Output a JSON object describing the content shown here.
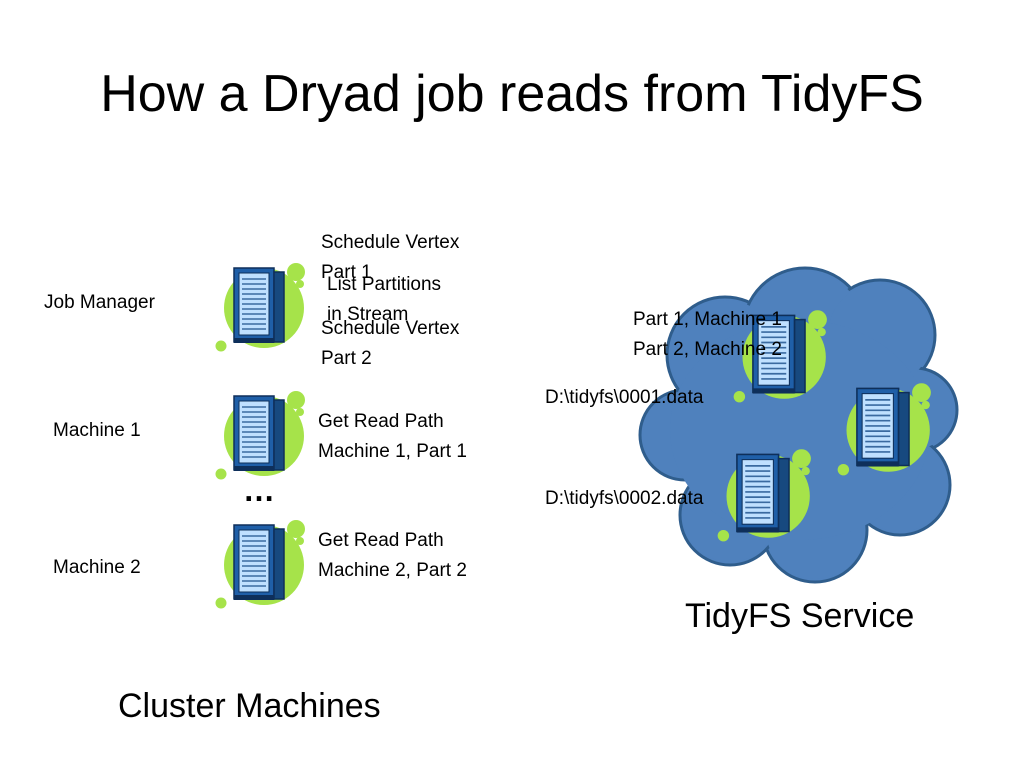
{
  "title": "How a Dryad job reads from TidyFS",
  "left": {
    "job_manager_label": "Job Manager",
    "machine1_label": "Machine 1",
    "machine2_label": "Machine 2",
    "ellipsis": "…",
    "group_label": "Cluster Machines",
    "messages": {
      "schedule_vertex_part1": [
        "Schedule Vertex",
        "Part 1"
      ],
      "list_partitions": [
        "List Partitions",
        "in Stream"
      ],
      "schedule_vertex_part2": [
        "Schedule Vertex",
        "Part 2"
      ],
      "get_read_path_1": [
        "Get Read  Path",
        "Machine 1, Part 1"
      ],
      "get_read_path_2": [
        "Get Read  Path",
        "Machine 2, Part 2"
      ]
    }
  },
  "right": {
    "service_label": "TidyFS Service",
    "partition_map": [
      "Part 1, Machine 1",
      "Part 2, Machine 2"
    ],
    "path1": "D:\\tidyfs\\0001.data",
    "path2": "D:\\tidyfs\\0002.data"
  },
  "colors": {
    "blob_green": "#a6e34a",
    "server_blue": "#2e7dd4",
    "server_light": "#bfe0ff",
    "cloud_fill": "#4f81bd",
    "cloud_stroke": "#2f5d8c"
  },
  "icons": [
    "server-icon",
    "cloud-icon"
  ]
}
